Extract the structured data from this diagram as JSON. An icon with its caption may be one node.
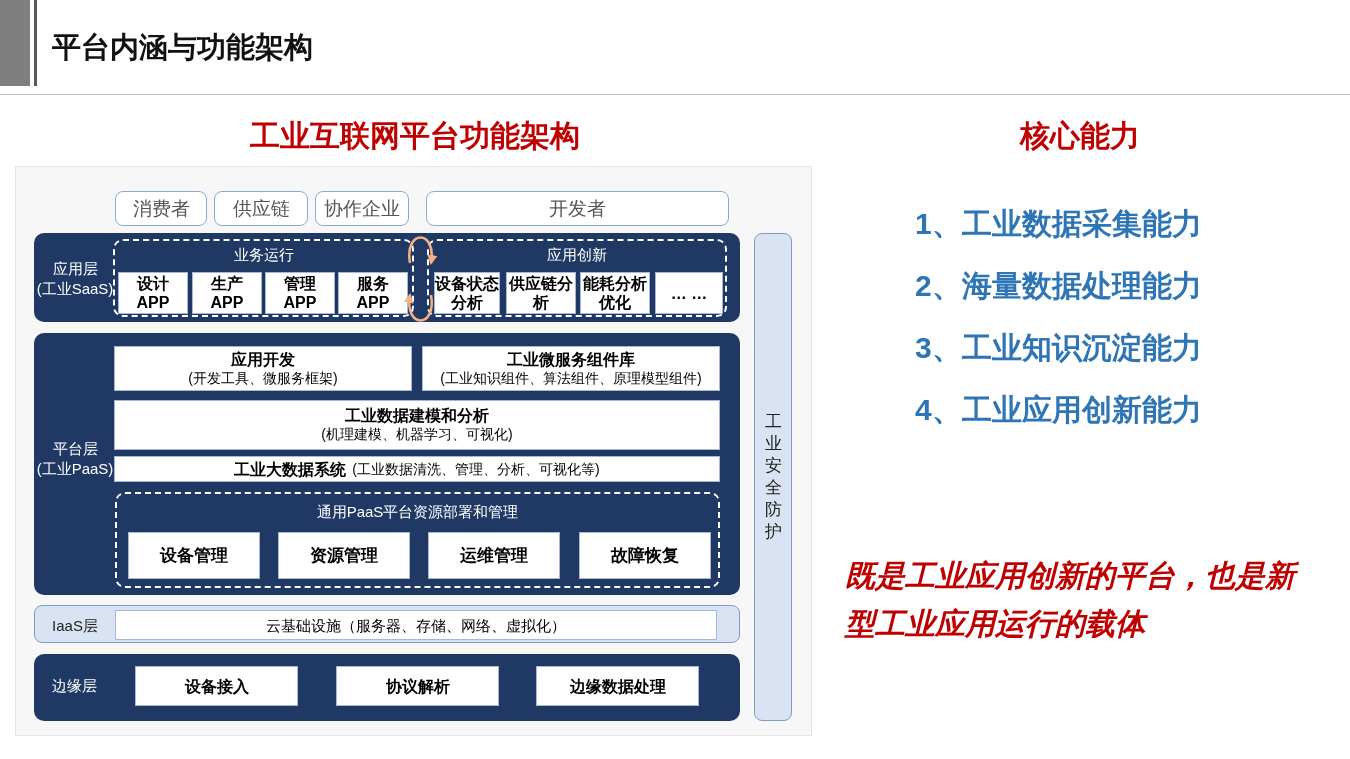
{
  "diagram": {
    "title": "平台内涵与功能架构",
    "nodes": [
      {
        "text": [
          "消费者"
        ]
      },
      {
        "text": [
          "供应链"
        ]
      },
      {
        "text": [
          "协作企业"
        ]
      },
      {
        "text": [
          "开发者"
        ]
      },
      {
        "text": [
          "应用层",
          "(工业SaaS)"
        ]
      },
      {
        "text": [
          "业务运行"
        ],
        "in": 4
      },
      {
        "text": [
          "设计 APP"
        ],
        "in": 5
      },
      {
        "text": [
          "生产 APP"
        ],
        "in": 5
      },
      {
        "text": [
          "管理 APP"
        ],
        "in": 5
      },
      {
        "text": [
          "服务 APP"
        ],
        "in": 5
      },
      {
        "text": [
          "应用创新"
        ],
        "in": 4
      },
      {
        "text": [
          "设备状态分析"
        ],
        "in": 10
      },
      {
        "text": [
          "供应链分析"
        ],
        "in": 10
      },
      {
        "text": [
          "能耗分析优化"
        ],
        "in": 10
      },
      {
        "text": [
          "… …"
        ],
        "in": 10
      },
      {
        "text": [
          "工业安全防护"
        ]
      },
      {
        "text": [
          "平台层",
          "(工业PaaS)"
        ]
      },
      {
        "text": [
          "应用开发",
          "(开发工具、微服务框架)"
        ],
        "in": 16
      },
      {
        "text": [
          "工业微服务组件库",
          "(工业知识组件、算法组件、原理模型组件)"
        ],
        "in": 16
      },
      {
        "text": [
          "工业数据建模和分析",
          "(机理建模、机器学习、可视化)"
        ],
        "in": 16
      },
      {
        "text": [
          "工业大数据系统",
          "(工业数据清洗、管理、分析、可视化等)"
        ],
        "in": 16
      },
      {
        "text": [
          "通用PaaS平台资源部署和管理"
        ],
        "in": 16
      },
      {
        "text": [
          "设备管理"
        ],
        "in": 21
      },
      {
        "text": [
          "资源管理"
        ],
        "in": 21
      },
      {
        "text": [
          "运维管理"
        ],
        "in": 21
      },
      {
        "text": [
          "故障恢复"
        ],
        "in": 21
      },
      {
        "text": [
          "IaaS层"
        ]
      },
      {
        "text": [
          "云基础设施（服务器、存储、网络、虚拟化）"
        ],
        "in": 26
      },
      {
        "text": [
          "边缘层"
        ]
      },
      {
        "text": [
          "设备接入"
        ],
        "in": 28
      },
      {
        "text": [
          "协议解析"
        ],
        "in": 28
      },
      {
        "text": [
          "边缘数据处理"
        ],
        "in": 28
      }
    ],
    "edges": [
      {
        "from": 5,
        "to": 10,
        "arrow": "to"
      },
      {
        "from": 10,
        "to": 5,
        "arrow": "to"
      }
    ],
    "labels": [
      "工业互联网平台功能架构",
      "核心能力",
      "1、工业数据采集能力",
      "2、海量数据处理能力",
      "3、工业知识沉淀能力",
      "4、工业应用创新能力",
      "既是工业应用创新的平台，也是新型工业应用运行的载体"
    ]
  }
}
